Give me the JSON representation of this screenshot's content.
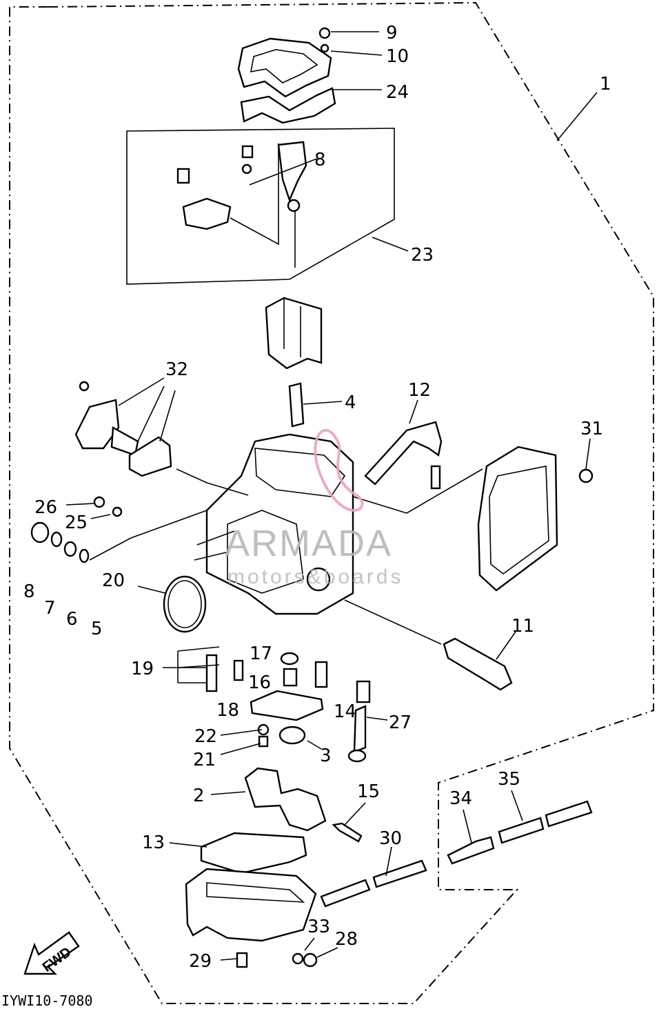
{
  "diagram": {
    "code": "IYWI10-7080",
    "fwd_label": "FWD",
    "watermark": {
      "brand": "ARMADA",
      "tagline": "motors&boards",
      "brand_color": "#b7b7b7",
      "logo_color": "#e8a3c0"
    },
    "callouts": {
      "c1": "1",
      "c2": "2",
      "c3": "3",
      "c4": "4",
      "c5": "5",
      "c6": "6",
      "c7": "7",
      "c8": "8",
      "c8b": "8",
      "c9": "9",
      "c10": "10",
      "c11": "11",
      "c12": "12",
      "c13": "13",
      "c14": "14",
      "c15": "15",
      "c16": "16",
      "c17": "17",
      "c18": "18",
      "c19": "19",
      "c20": "20",
      "c21": "21",
      "c22": "22",
      "c23": "23",
      "c24": "24",
      "c25": "25",
      "c26": "26",
      "c27": "27",
      "c28": "28",
      "c29": "29",
      "c30": "30",
      "c31": "31",
      "c32": "32",
      "c33": "33",
      "c34": "34",
      "c35": "35"
    }
  }
}
